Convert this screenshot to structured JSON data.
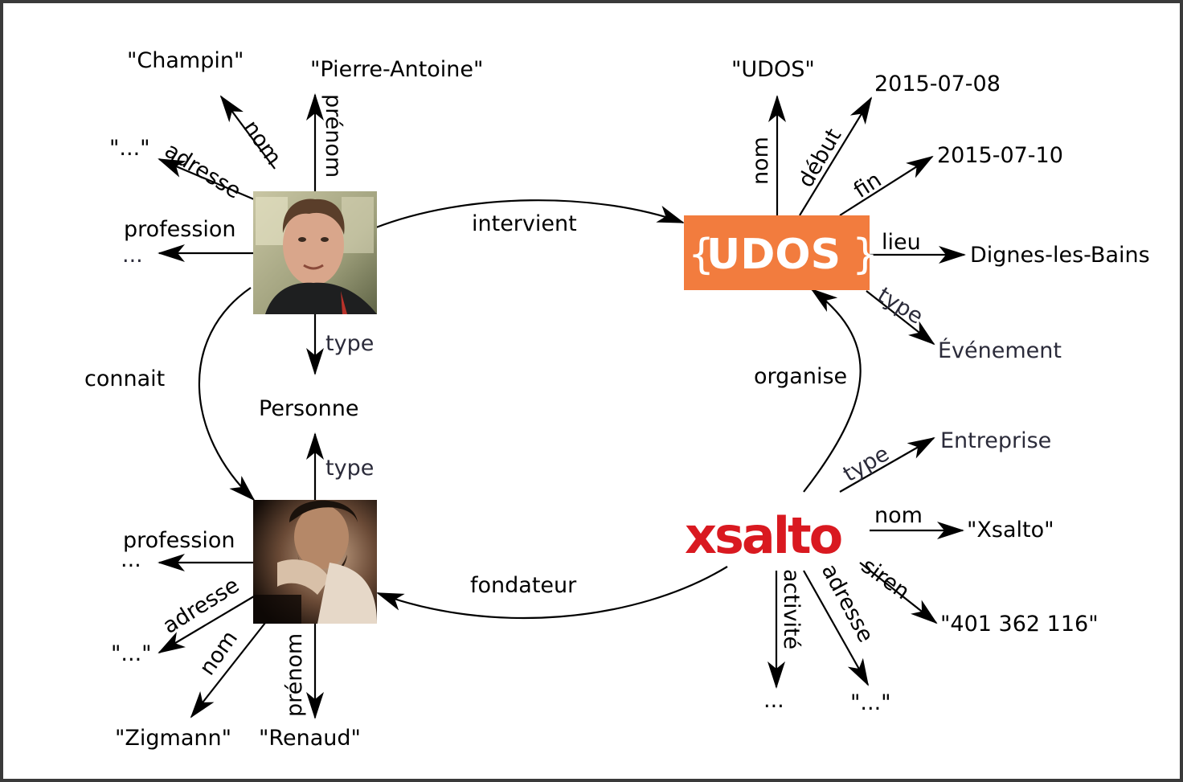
{
  "colors": {
    "udos_orange": "#f27c3e",
    "xsalto_red": "#d91920",
    "frame": "#3a3a3a"
  },
  "nodes": {
    "pa_photo": "Photo of Pierre-Antoine Champin",
    "renaud_photo": "Photo of Renaud Zigmann",
    "udos_logo": {
      "open": "{",
      "name": "UDOS",
      "close": "}"
    },
    "xsalto_logo": "xsalto",
    "personne": "Personne",
    "champin": "\"Champin\"",
    "pierre_antoine": "\"Pierre-Antoine\"",
    "pa_address_value": "\"...\"",
    "pa_profession_value": "...",
    "udos_name": "\"UDOS\"",
    "udos_start": "2015-07-08",
    "udos_end": "2015-07-10",
    "udos_place": "Dignes-les-Bains",
    "evenement": "Événement",
    "entreprise": "Entreprise",
    "xsalto_name": "\"Xsalto\"",
    "siren_value": "\"401 362 116\"",
    "xsalto_address_value": "\"...\"",
    "xsalto_activity_value": "...",
    "renaud_profession_value": "...",
    "renaud_address_value": "\"...\"",
    "zigmann": "\"Zigmann\"",
    "renaud": "\"Renaud\""
  },
  "edges": {
    "nom": "nom",
    "prenom": "prénom",
    "adresse": "adresse",
    "profession": "profession",
    "type": "type",
    "intervient": "intervient",
    "connait": "connait",
    "debut": "début",
    "fin": "fin",
    "lieu": "lieu",
    "organise": "organise",
    "fondateur": "fondateur",
    "siren": "siren",
    "activite": "activité"
  }
}
